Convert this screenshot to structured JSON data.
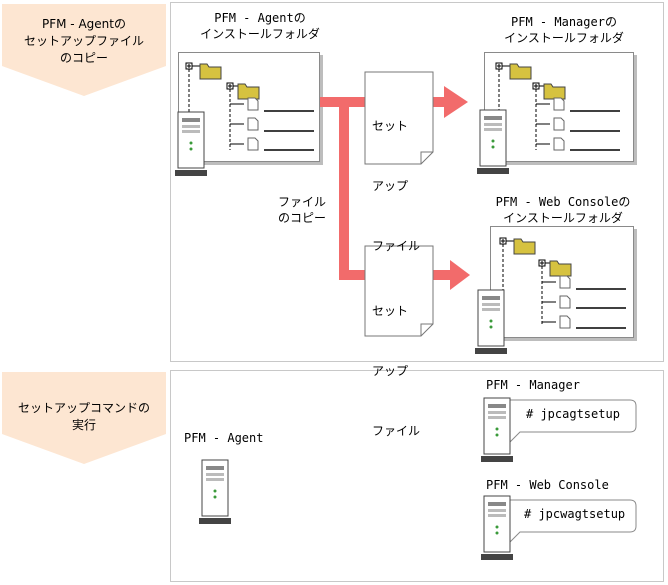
{
  "step1": {
    "banner": [
      "PFM - Agentの",
      "セットアップファイル",
      "のコピー"
    ],
    "agent_folder": [
      "PFM - Agentの",
      "インストールフォルダ"
    ],
    "manager_folder": [
      "PFM - Managerの",
      "インストールフォルダ"
    ],
    "webconsole_folder": [
      "PFM - Web Consoleの",
      "インストールフォルダ"
    ],
    "file_copy": [
      "ファイル",
      "のコピー"
    ],
    "setup_file_doc": [
      "セット",
      "アップ",
      "ファイル"
    ]
  },
  "step2": {
    "banner": [
      "セットアップコマンドの",
      "実行"
    ],
    "agent_label": "PFM - Agent",
    "manager_label": "PFM - Manager",
    "manager_command": "# jpcagtsetup",
    "webconsole_label": "PFM - Web Console",
    "webconsole_command": "# jpcwagtsetup"
  },
  "colors": {
    "arrow": "#f26b6b",
    "banner": "#fde6d2",
    "folder": "#d6c240"
  }
}
